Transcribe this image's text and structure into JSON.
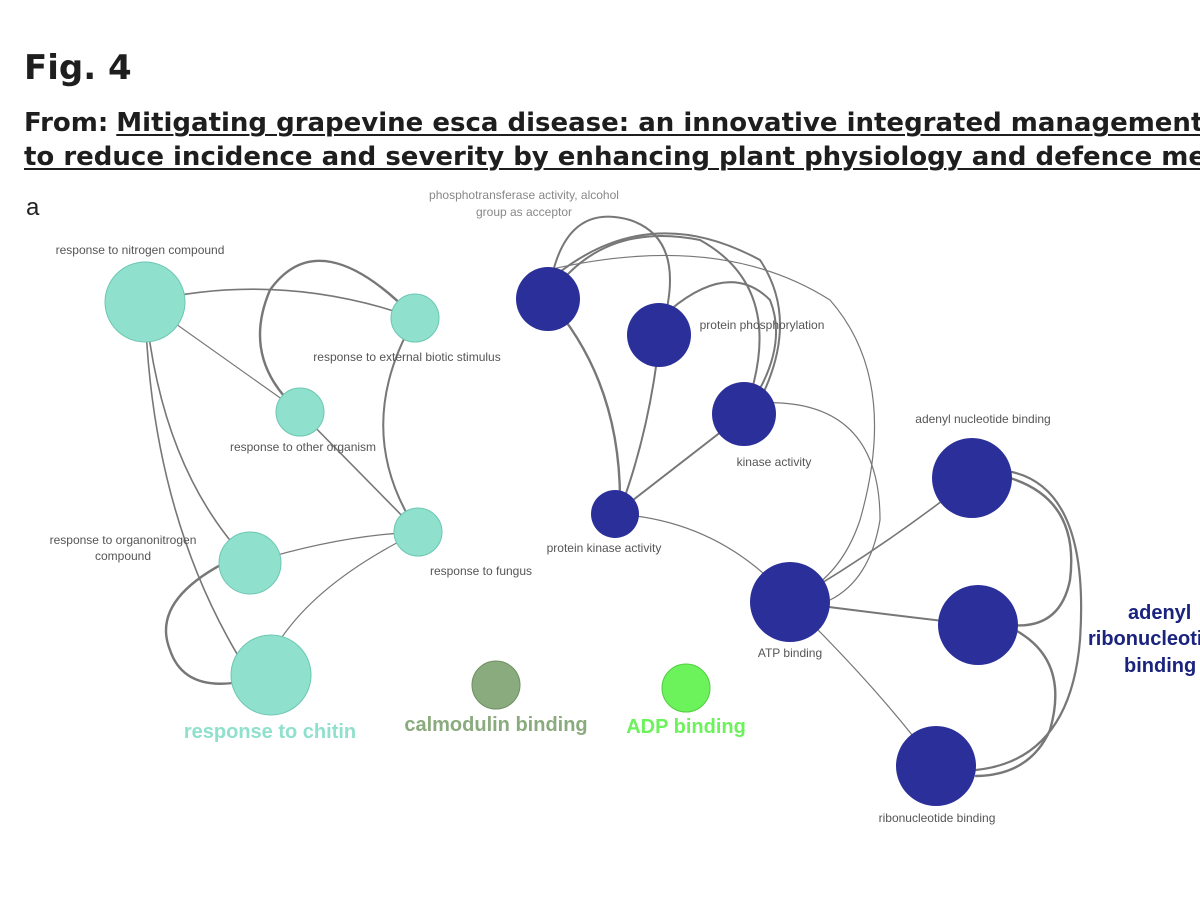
{
  "figure": {
    "label": "Fig. 4",
    "from_prefix": "From:",
    "article_title_line1": "Mitigating grapevine esca disease: an innovative integrated management strategy",
    "article_title_line2": "to reduce incidence and severity by enhancing plant physiology and defence mechanisms",
    "panel": "a"
  },
  "network": {
    "colors": {
      "cyan_cluster": "#8fe0cd",
      "blue_cluster": "#2b2f9a",
      "calmodulin": "#8aab7d",
      "adp": "#6cf25a",
      "edge": "#777777",
      "label_text": "#555555",
      "blue_big_label": "#1a237e"
    },
    "nodes": [
      {
        "id": "nitrogen",
        "label": "response to nitrogen compound",
        "color": "cyan"
      },
      {
        "id": "external",
        "label": "response to external biotic stimulus",
        "color": "cyan"
      },
      {
        "id": "other_org",
        "label": "response to other organism",
        "color": "cyan"
      },
      {
        "id": "organonitrogen",
        "label": "response to organonitrogen compound",
        "color": "cyan"
      },
      {
        "id": "fungus",
        "label": "response to fungus",
        "color": "cyan"
      },
      {
        "id": "chitin",
        "label": "response to chitin",
        "color": "cyan"
      },
      {
        "id": "calmodulin",
        "label": "calmodulin binding",
        "color": "calmodulin"
      },
      {
        "id": "adp",
        "label": "ADP binding",
        "color": "adp"
      },
      {
        "id": "phosphotransferase",
        "label": "phosphotransferase activity, alcohol group as acceptor",
        "color": "blue"
      },
      {
        "id": "phosphorylation",
        "label": "protein phosphorylation",
        "color": "blue"
      },
      {
        "id": "kinase",
        "label": "kinase activity",
        "color": "blue"
      },
      {
        "id": "protein_kinase",
        "label": "protein kinase activity",
        "color": "blue"
      },
      {
        "id": "atp",
        "label": "ATP binding",
        "color": "blue"
      },
      {
        "id": "adenyl_nuc",
        "label": "adenyl nucleotide binding",
        "color": "blue"
      },
      {
        "id": "adenyl_ribo",
        "label": "adenyl ribonucleotide binding",
        "color": "blue"
      },
      {
        "id": "ribonucleotide",
        "label": "ribonucleotide binding",
        "color": "blue"
      }
    ],
    "big_labels": {
      "chitin": "response to chitin",
      "calmodulin": "calmodulin binding",
      "adp": "ADP binding",
      "adenyl_ribo_line1": "adenyl",
      "adenyl_ribo_line2": "ribonucleotide",
      "adenyl_ribo_line3": "binding"
    },
    "small_labels": {
      "nitrogen": "response to nitrogen compound",
      "external": "response to external biotic stimulus",
      "other_org": "response to other organism",
      "organonitrogen_line1": "response to organonitrogen",
      "organonitrogen_line2": "compound",
      "fungus": "response to fungus",
      "phosphotransferase_line1": "phosphotransferase activity, alcohol",
      "phosphotransferase_line2": "group as acceptor",
      "phosphorylation": "protein phosphorylation",
      "kinase": "kinase activity",
      "protein_kinase": "protein kinase activity",
      "atp": "ATP binding",
      "adenyl_nuc": "adenyl nucleotide binding",
      "ribonucleotide": "ribonucleotide binding"
    },
    "edges": [
      [
        "nitrogen",
        "external"
      ],
      [
        "nitrogen",
        "other_org"
      ],
      [
        "nitrogen",
        "organonitrogen"
      ],
      [
        "nitrogen",
        "chitin"
      ],
      [
        "external",
        "fungus"
      ],
      [
        "external",
        "other_org"
      ],
      [
        "other_org",
        "fungus"
      ],
      [
        "organonitrogen",
        "fungus"
      ],
      [
        "organonitrogen",
        "chitin"
      ],
      [
        "fungus",
        "chitin"
      ],
      [
        "phosphotransferase",
        "phosphorylation"
      ],
      [
        "phosphotransferase",
        "kinase"
      ],
      [
        "phosphotransferase",
        "protein_kinase"
      ],
      [
        "phosphotransferase",
        "atp"
      ],
      [
        "phosphorylation",
        "kinase"
      ],
      [
        "phosphorylation",
        "protein_kinase"
      ],
      [
        "kinase",
        "protein_kinase"
      ],
      [
        "kinase",
        "atp"
      ],
      [
        "protein_kinase",
        "atp"
      ],
      [
        "atp",
        "adenyl_nuc"
      ],
      [
        "atp",
        "adenyl_ribo"
      ],
      [
        "atp",
        "ribonucleotide"
      ],
      [
        "adenyl_nuc",
        "adenyl_ribo"
      ],
      [
        "adenyl_nuc",
        "ribonucleotide"
      ],
      [
        "adenyl_ribo",
        "ribonucleotide"
      ]
    ]
  }
}
